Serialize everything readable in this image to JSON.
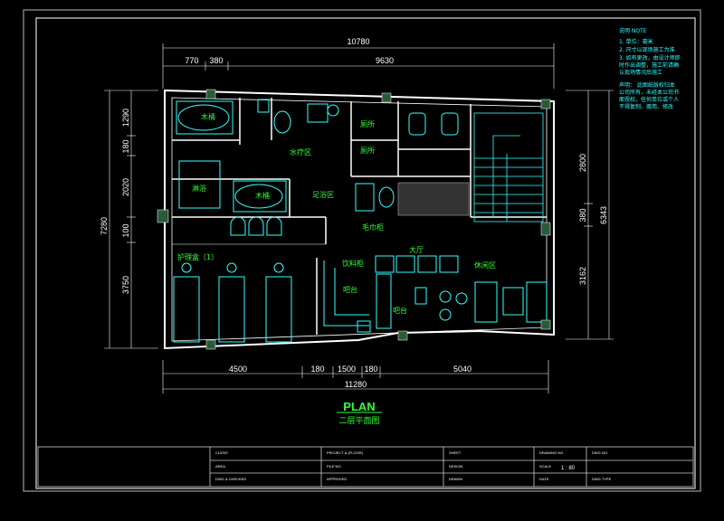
{
  "title": {
    "main": "PLAN",
    "sub": "二层平面图"
  },
  "dimensions": {
    "top_total": "10780",
    "top_left_a": "770",
    "top_left_b": "380",
    "top_right": "9630",
    "bottom_a": "4500",
    "bottom_b": "180",
    "bottom_c": "1500",
    "bottom_d": "180",
    "bottom_e": "5040",
    "bottom_total": "11280",
    "left_total": "7280",
    "left_a": "1290",
    "left_b": "180",
    "left_c": "2020",
    "left_d": "100",
    "left_e": "3750",
    "right_a": "2800",
    "right_b": "380",
    "right_c": "3162",
    "right_total": "6343"
  },
  "rooms": {
    "bath_1": "木桶",
    "bath_2": "木桶",
    "shower": "淋浴",
    "water_zone": "水疗区",
    "wc_1": "厕所",
    "wc_2": "厕所",
    "laundry": "毛巾柜",
    "massage": "护理盒（1）",
    "corridor": "吧台",
    "lounge": "休闲区",
    "hall": "大厅",
    "drinks": "饮料柜",
    "bar_small": "吧台",
    "foot_bath": "足浴区"
  },
  "notes": {
    "heading": "说明  NOTE",
    "items": [
      "1. 单位：毫米",
      "2. 尺寸以现场施工为准",
      "3. 如有更改，由设计师即",
      "时作出调整，施工前请确",
      "认现场情况后施工"
    ],
    "extra": [
      "声明：  此图纸版权归本",
      "公司所有，未经本公司书",
      "面授权，任何单位或个人",
      "不得复制、挪用、修改"
    ]
  },
  "title_block": {
    "cells": [
      "CLIENT",
      "PROJECT & (FLOOR)",
      "SHEET",
      "DRAWING NO.",
      "DWG NO.",
      "AREA",
      "FILE NO.",
      "DESIGN",
      "SCALE",
      "1 : 80",
      "DWG & CHECKED",
      "APPROVED",
      "DRAWN",
      "DATE",
      "DWG TYPE"
    ]
  },
  "colors": {
    "wall": "#ffffff",
    "fixture": "#33ffff",
    "label": "#33ff33",
    "dim": "#ffffff",
    "frame": "#cccccc"
  }
}
